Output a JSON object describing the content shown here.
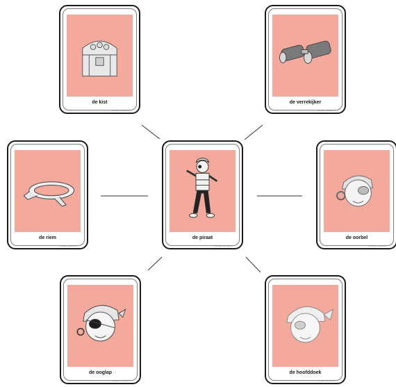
{
  "colors": {
    "card_background": "#f3aa9d",
    "card_border": "#1a1a1a"
  },
  "cards": [
    {
      "id": "center",
      "label": "de piraat",
      "credit": "juf Milou · juf-milou.nl",
      "icon": "pirate-figure-icon"
    },
    {
      "id": "top-left",
      "label": "de kist",
      "credit": "juf Milou · juf-milou.nl",
      "icon": "treasure-chest-icon"
    },
    {
      "id": "top-right",
      "label": "de verrekijker",
      "credit": "juf Milou · juf-milou.nl",
      "icon": "binoculars-icon"
    },
    {
      "id": "middle-left",
      "label": "de riem",
      "credit": "juf Milou · juf-milou.nl",
      "icon": "belt-icon"
    },
    {
      "id": "middle-right",
      "label": "de oorbel",
      "credit": "juf Milou · juf-milou.nl",
      "icon": "earring-icon"
    },
    {
      "id": "bottom-left",
      "label": "de ooglap",
      "credit": "juf Milou · juf-milou.nl",
      "icon": "eyepatch-icon"
    },
    {
      "id": "bottom-right",
      "label": "de hoofddoek",
      "credit": "juf Milou · juf-milou.nl",
      "icon": "headscarf-icon"
    }
  ]
}
